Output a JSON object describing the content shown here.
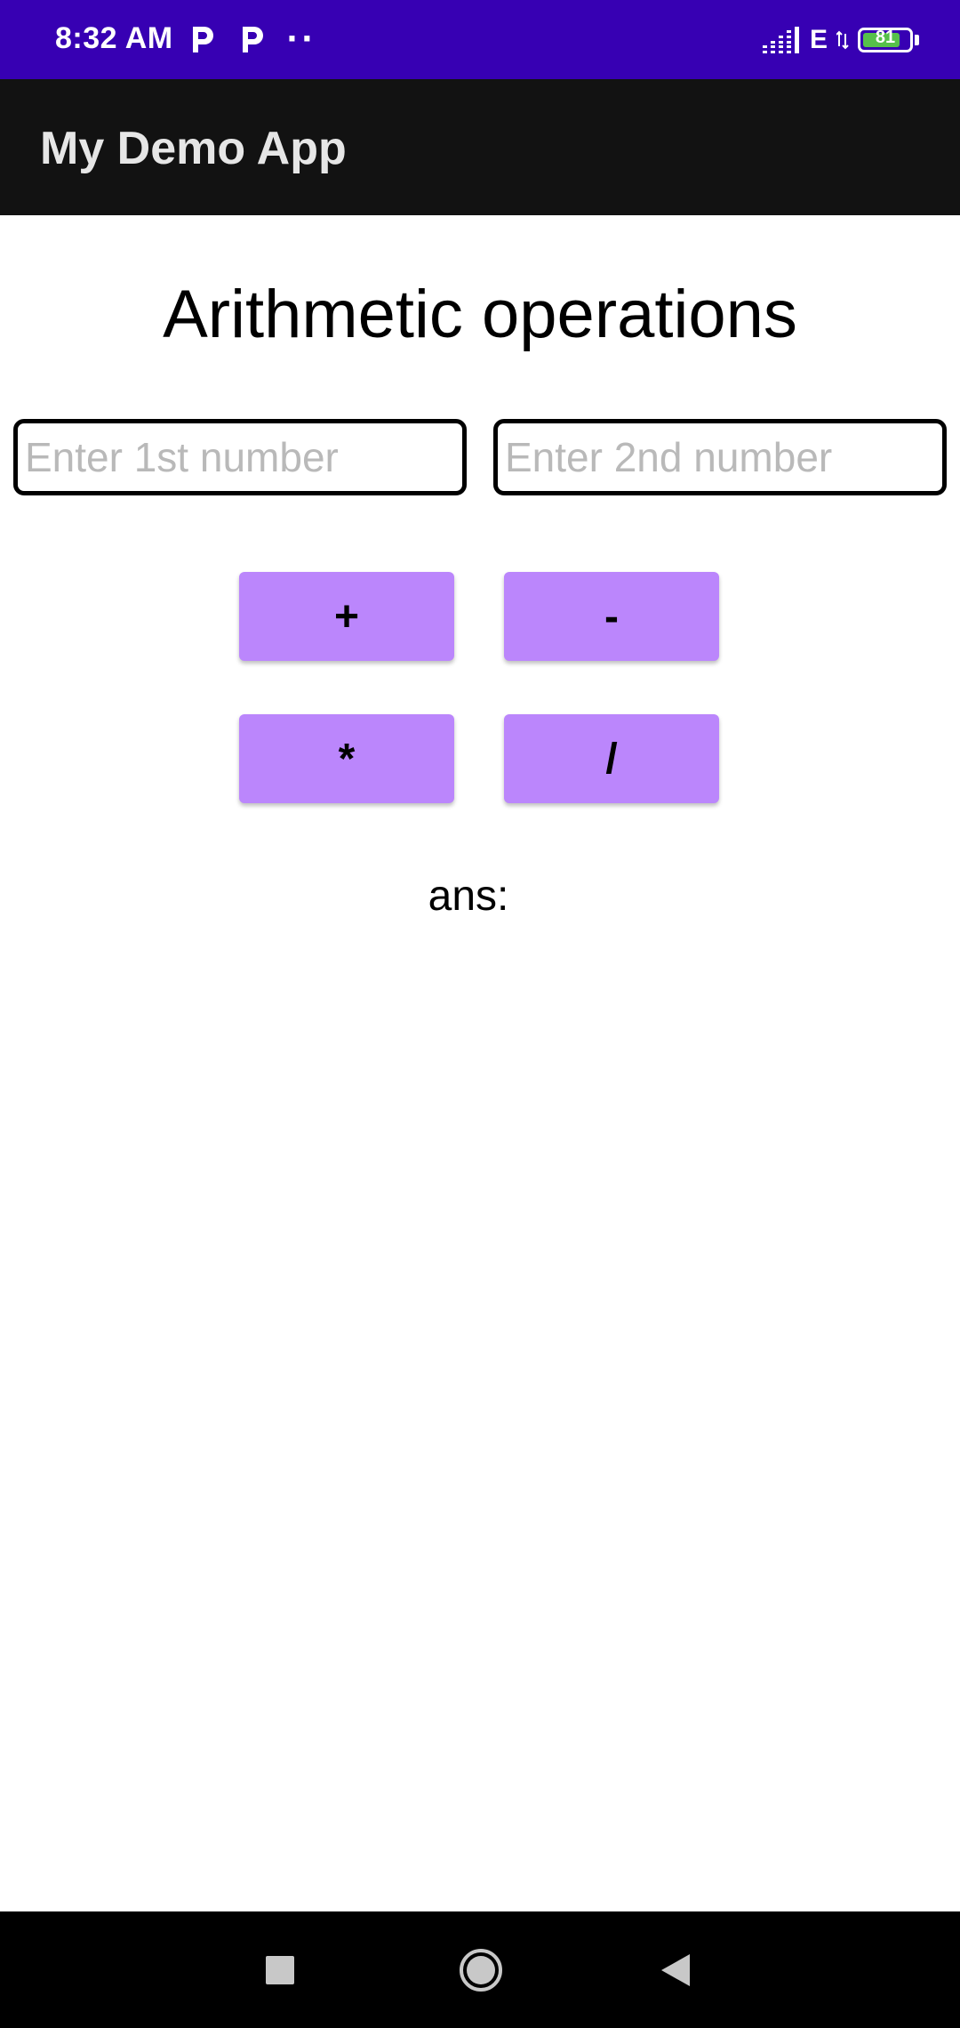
{
  "status_bar": {
    "time": "8:32 AM",
    "network_type": "E",
    "battery_level": "81",
    "battery_fraction": 0.81,
    "dots": "··",
    "background_color": "#3700b3"
  },
  "app_bar": {
    "title": "My Demo App",
    "background_color": "#121212"
  },
  "main": {
    "heading": "Arithmetic operations",
    "input_1": {
      "value": "",
      "placeholder": "Enter 1st number"
    },
    "input_2": {
      "value": "",
      "placeholder": "Enter 2nd number"
    },
    "buttons": {
      "add": "+",
      "subtract": "-",
      "multiply": "*",
      "divide": "/"
    },
    "button_color": "#bb86fc",
    "answer_label": "ans:"
  },
  "nav_bar": {
    "icons": [
      "recents-icon",
      "home-icon",
      "back-icon"
    ]
  }
}
